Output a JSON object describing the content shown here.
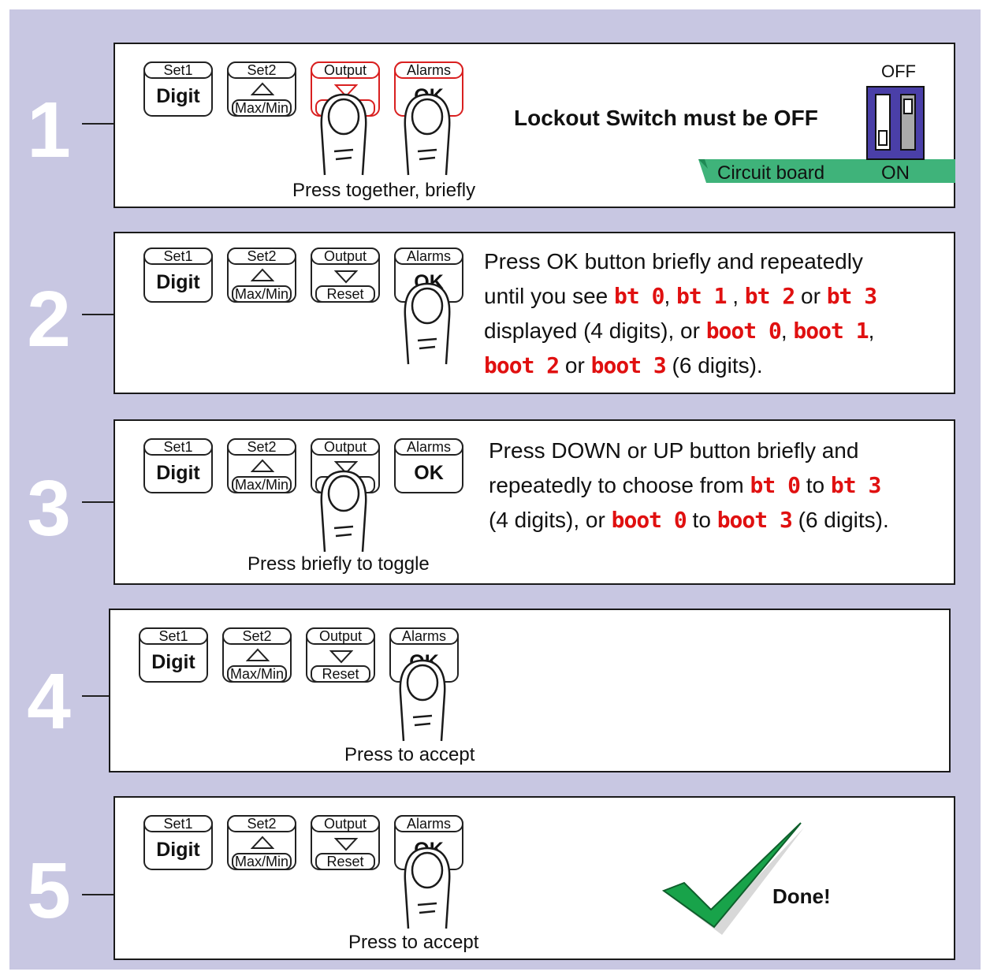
{
  "keys": {
    "set1_top": "Set1",
    "set1_main": "Digit",
    "set2_top": "Set2",
    "set2_sub": "Max/Min",
    "output_top": "Output",
    "output_sub": "Reset",
    "alarms_top": "Alarms",
    "alarms_main": "OK"
  },
  "steps": [
    {
      "number": "1",
      "caption": "Press together, briefly",
      "lockout_text": "Lockout Switch must be OFF",
      "switch_off_label": "OFF",
      "switch_on_label": "ON",
      "board_label": "Circuit board"
    },
    {
      "number": "2",
      "desc": {
        "l1": "Press OK button briefly and repeatedly",
        "l2a": "until you see ",
        "d_bt0": "bt 0",
        "sep1": ", ",
        "d_bt1": "bt 1",
        "sep2": " , ",
        "d_bt2": "bt 2",
        "or1": " or ",
        "d_bt3": "bt 3",
        "l3a": "displayed (4 digits), or ",
        "d_boot0": "boot 0",
        "sep3": ", ",
        "d_boot1": "boot 1",
        "sep4": ",",
        "d_boot2": "boot 2",
        "or2": " or ",
        "d_boot3": "boot 3",
        "l4b": " (6 digits)."
      }
    },
    {
      "number": "3",
      "caption": "Press briefly to toggle",
      "desc": {
        "l1": "Press DOWN or UP  button briefly and",
        "l2a": "repeatedly to choose from ",
        "d_bt0": "bt 0",
        "to1": " to ",
        "d_bt3": "bt 3",
        "l3a": "(4 digits), or ",
        "d_boot0": "boot 0",
        "to2": " to ",
        "d_boot3": "boot 3",
        "l3b": " (6 digits)."
      }
    },
    {
      "number": "4",
      "caption": "Press to accept"
    },
    {
      "number": "5",
      "caption": "Press to accept",
      "done": "Done!"
    }
  ],
  "colors": {
    "background": "#c8c7e2",
    "lcd_red": "#e01010",
    "switch_blue": "#4a3fa8",
    "board_green": "#3fb37a",
    "check_green": "#18a34a"
  }
}
